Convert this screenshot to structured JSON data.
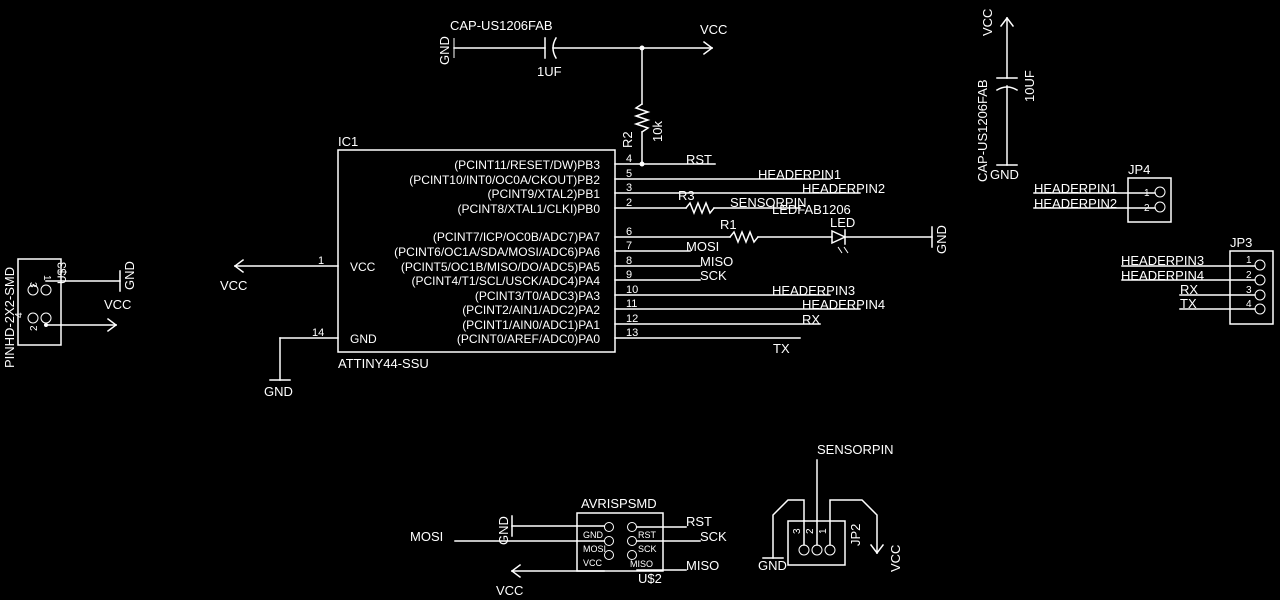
{
  "ic1": {
    "name": "IC1",
    "value": "ATTINY44-SSU",
    "pin_vcc": "VCC",
    "pin_gnd": "GND",
    "pins_right": [
      {
        "label": "(PCINT11/RESET/DW)PB3",
        "num": "4"
      },
      {
        "label": "(PCINT10/INT0/OC0A/CKOUT)PB2",
        "num": "5"
      },
      {
        "label": "(PCINT9/XTAL2)PB1",
        "num": "3"
      },
      {
        "label": "(PCINT8/XTAL1/CLKI)PB0",
        "num": "2"
      },
      {
        "label": "(PCINT7/ICP/OC0B/ADC7)PA7",
        "num": "6"
      },
      {
        "label": "(PCINT6/OC1A/SDA/MOSI/ADC6)PA6",
        "num": "7"
      },
      {
        "label": "(PCINT5/OC1B/MISO/DO/ADC5)PA5",
        "num": "8"
      },
      {
        "label": "(PCINT4/T1/SCL/USCK/ADC4)PA4",
        "num": "9"
      },
      {
        "label": "(PCINT3/T0/ADC3)PA3",
        "num": "10"
      },
      {
        "label": "(PCINT2/AIN1/ADC2)PA2",
        "num": "11"
      },
      {
        "label": "(PCINT1/AIN0/ADC1)PA1",
        "num": "12"
      },
      {
        "label": "(PCINT0/AREF/ADC0)PA0",
        "num": "13"
      }
    ],
    "pin1": "1",
    "pin14": "14"
  },
  "nets": {
    "rst": "RST",
    "headerpin1": "HEADERPIN1",
    "headerpin2": "HEADERPIN2",
    "headerpin3": "HEADERPIN3",
    "headerpin4": "HEADERPIN4",
    "sensorpin": "SENSORPIN",
    "mosi": "MOSI",
    "miso": "MISO",
    "sck": "SCK",
    "rx": "RX",
    "tx": "TX",
    "vcc": "VCC",
    "gnd": "GND"
  },
  "parts": {
    "cap1_name": "CAP-US1206FAB",
    "cap1_value": "1UF",
    "cap2_name": "CAP-US1206FAB",
    "cap2_value": "10UF",
    "r2_name": "R2",
    "r2_value": "10k",
    "r3_name": "R3",
    "r1_name": "R1",
    "led_value": "LEDFAB1206",
    "led_name": "LED",
    "jp4_name": "JP4",
    "jp3_name": "JP3",
    "jp2_name": "JP2",
    "us3_name": "U$3",
    "us3_value": "PINHD-2X2-SMD",
    "us2_name": "U$2",
    "us2_value": "AVRISPSMD"
  },
  "jp4_pins": [
    "1",
    "2"
  ],
  "jp3_pins": [
    "1",
    "2",
    "3",
    "4"
  ],
  "jp2_pins": [
    "3",
    "2",
    "1"
  ],
  "us3_pins": [
    "3",
    "1",
    "4",
    "2"
  ],
  "avr_pins": {
    "gnd": "GND",
    "mosi": "MOSI",
    "vcc": "VCC",
    "rst": "RST",
    "sck": "SCK",
    "miso": "MISO"
  }
}
